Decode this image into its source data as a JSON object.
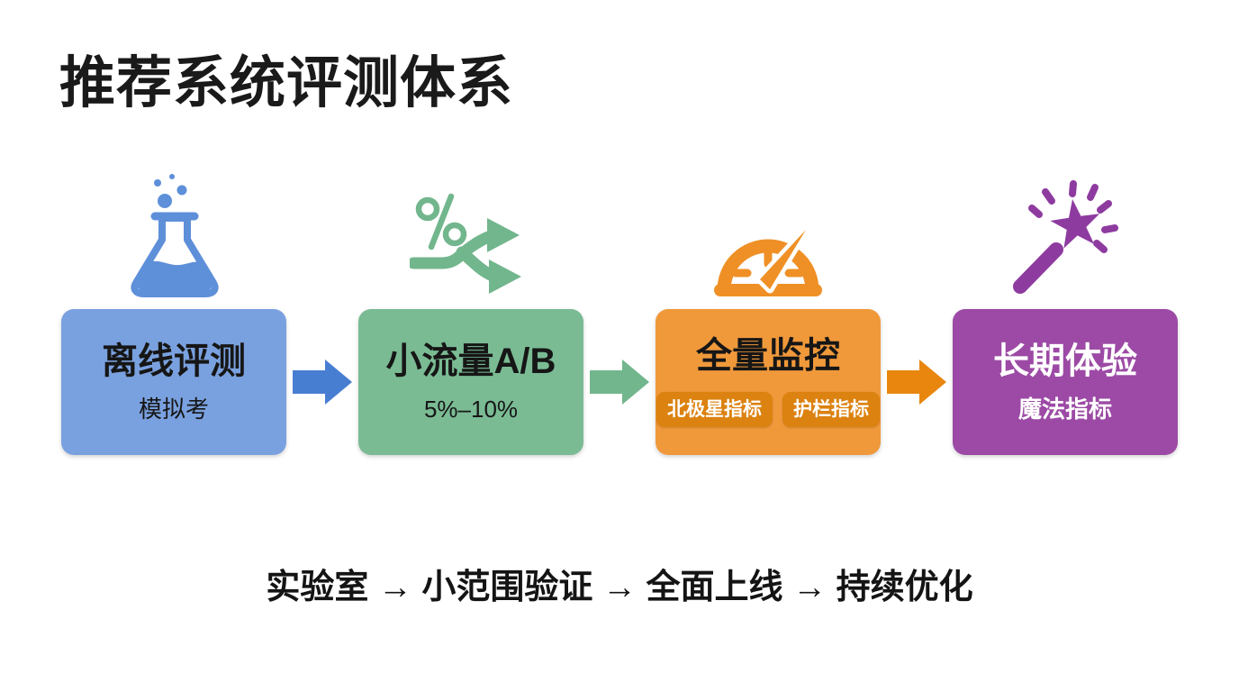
{
  "page": {
    "title": "推荐系统评测体系",
    "footer": "实验室 → 小范围验证 → 全面上线 → 持续优化"
  },
  "colors": {
    "title_text": "#1a1a1a",
    "footer_text": "#141414",
    "dark_text": "#161616",
    "light_text": "#ffffff",
    "blue_box": "#7aa1df",
    "blue_icon": "#5e8fd9",
    "blue_arrow": "#487ed2",
    "green_box": "#7abb94",
    "green_icon": "#72b68d",
    "green_arrow": "#72b68d",
    "orange_box": "#f0993b",
    "orange_icon": "#ef9026",
    "orange_badge": "#dc8210",
    "orange_arrow": "#e8860e",
    "purple_box": "#9c4aa5",
    "purple_icon": "#8e3ba0"
  },
  "stages": [
    {
      "icon": "flask-icon",
      "title": "离线评测",
      "subtitle": "模拟考"
    },
    {
      "icon": "percent-split-icon",
      "title": "小流量A/B",
      "subtitle": "5%–10%"
    },
    {
      "icon": "gauge-icon",
      "title": "全量监控",
      "badges": [
        "北极星指标",
        "护栏指标"
      ]
    },
    {
      "icon": "magic-wand-icon",
      "title": "长期体验",
      "subtitle": "魔法指标"
    }
  ],
  "arrows": [
    "arrow-right-blue",
    "arrow-right-green",
    "arrow-right-orange"
  ]
}
